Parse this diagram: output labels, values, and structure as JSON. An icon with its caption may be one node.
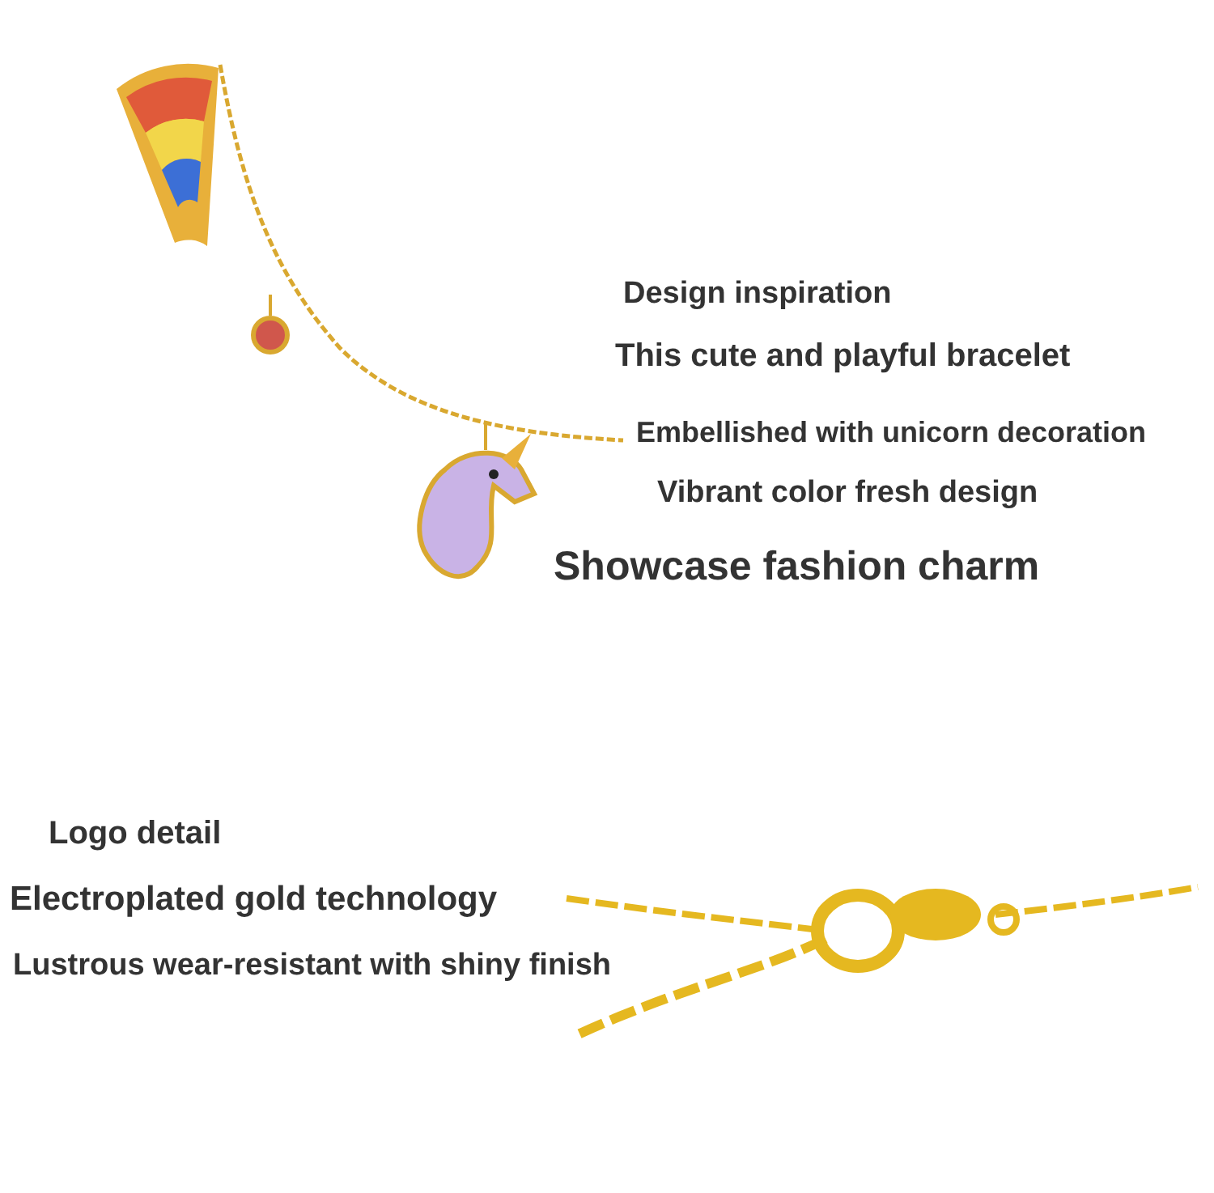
{
  "diagram": {
    "labels": [
      "Design inspiration",
      "This cute and playful bracelet",
      "Embellished with unicorn decoration",
      "Vibrant color fresh design",
      "Showcase fashion charm",
      "Logo detail",
      "Electroplated gold technology",
      "Lustrous wear-resistant with shiny finish"
    ]
  }
}
